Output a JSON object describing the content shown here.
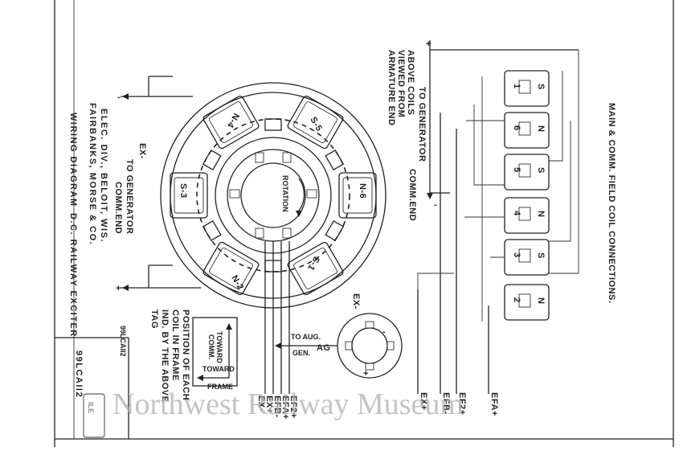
{
  "title_block": {
    "company_line1": "FAIRBANKS, MORSE & CO.",
    "company_line2": "ELEC. DIV., BELOIT, WIS.",
    "title_left": "WIRING DIAGRAM",
    "title_right": "D.C. RAILWAY EXCITER",
    "drawing_number": "99LCAII2",
    "drawing_number_small": "99LCAII2",
    "stamp_text": "ILE"
  },
  "headings": {
    "main_title": "MAIN & COMM. FIELD COIL CONNECTIONS.",
    "above_coils_1": "ABOVE COILS",
    "above_coils_2": "VIEWED FROM",
    "above_coils_3": "ARMATURE END",
    "to_generator_right": "TO GENERATOR",
    "comm_end_right": "COMM.END",
    "to_generator_left": "TO GENERATOR",
    "comm_end_left": "COMM.END",
    "rotation": "ROTATION",
    "to_aug_1": "TO AUG.",
    "to_aug_2": "GEN.",
    "ag": "AG",
    "toward_comm_1": "TOWARD",
    "toward_comm_2": "COMM.",
    "toward_frame_1": "TOWARD",
    "toward_frame_2": "FRAME",
    "position_note_1": "POSITION OF EACH",
    "position_note_2": "COIL IN FRAME",
    "position_note_3": "IND. BY THE ABOVE",
    "position_note_4": "TAG"
  },
  "poles_ring": [
    "S-5",
    "N-6",
    "S-1",
    "N-2",
    "S-3",
    "N-4"
  ],
  "field_coils": [
    {
      "pole": "S",
      "num": "1"
    },
    {
      "pole": "N",
      "num": "6"
    },
    {
      "pole": "S",
      "num": "5"
    },
    {
      "pole": "N",
      "num": "4"
    },
    {
      "pole": "S",
      "num": "3"
    },
    {
      "pole": "N",
      "num": "2"
    }
  ],
  "terminals_bottom": [
    "EFA+",
    "EFB-",
    "EF2+",
    "EX+",
    "EX-",
    "EFB-",
    "EF2+",
    "EX+",
    "EFA+"
  ],
  "left_terminals": {
    "ex_minus": "EX-",
    "minus": "-",
    "plus": "+"
  },
  "aux_labels": {
    "ex_minus_aux": "EX-",
    "plus": "+",
    "minus": "-"
  },
  "polarity_right": {
    "plus": "+",
    "minus": "-"
  },
  "watermark": "Northwest Railway Museum"
}
